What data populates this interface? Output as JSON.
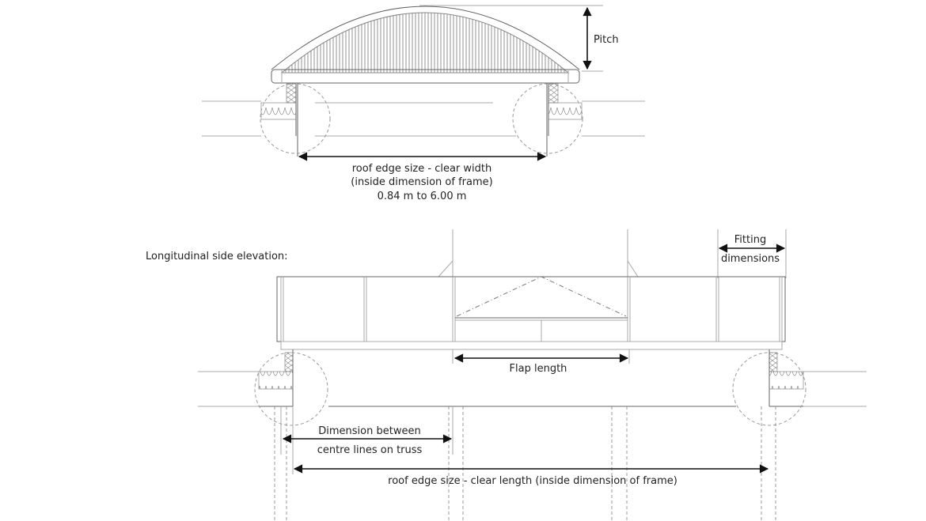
{
  "cross_section": {
    "pitch_label": "Pitch",
    "width_label_line1": "roof edge size - clear width",
    "width_label_line2": "(inside dimension of frame)",
    "width_range": "0.84 m to 6.00 m"
  },
  "longitudinal": {
    "title": "Longitudinal side elevation:",
    "fitting_line1": "Fitting",
    "fitting_line2": "dimensions",
    "flap_label": "Flap length",
    "truss_line1": "Dimension between",
    "truss_line2": "centre lines on truss",
    "length_label": "roof edge size - clear length (inside dimension of frame)"
  }
}
